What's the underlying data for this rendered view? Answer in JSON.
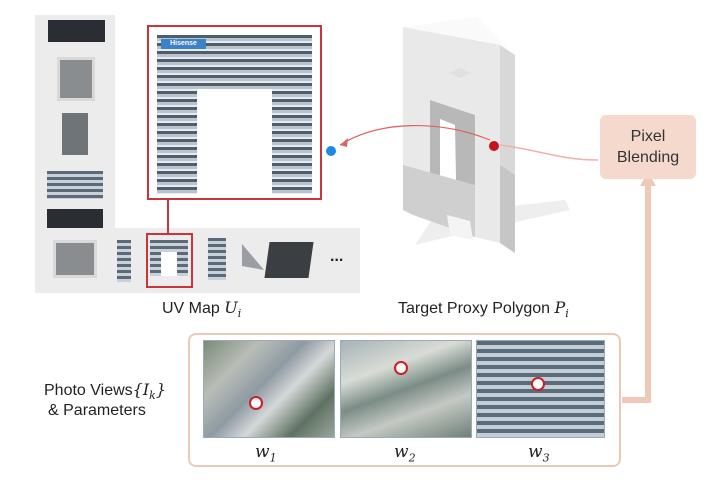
{
  "labels": {
    "uv_map": "UV Map",
    "uv_map_symbol": "U",
    "uv_map_sub": "i",
    "target": "Target Proxy Polygon",
    "target_symbol": "P",
    "target_sub": "i",
    "photo_views_line1": "Photo Views",
    "photo_views_set_open": "{",
    "photo_views_symbol": "I",
    "photo_views_sub": "k",
    "photo_views_set_close": "}",
    "photo_views_line2": "& Parameters",
    "pixel_blending_line1": "Pixel",
    "pixel_blending_line2": "Blending",
    "ellipsis": "...",
    "logo_text": "Hisense"
  },
  "weights": [
    {
      "symbol": "w",
      "sub": "1"
    },
    {
      "symbol": "w",
      "sub": "2"
    },
    {
      "symbol": "w",
      "sub": "3"
    }
  ],
  "colors": {
    "highlight_red": "#c8353a",
    "blend_fill": "#f4d9cc",
    "flow_arrow": "#f0c8b8",
    "uv_dot": "#1e88e5",
    "poly_dot": "#c4141c"
  }
}
